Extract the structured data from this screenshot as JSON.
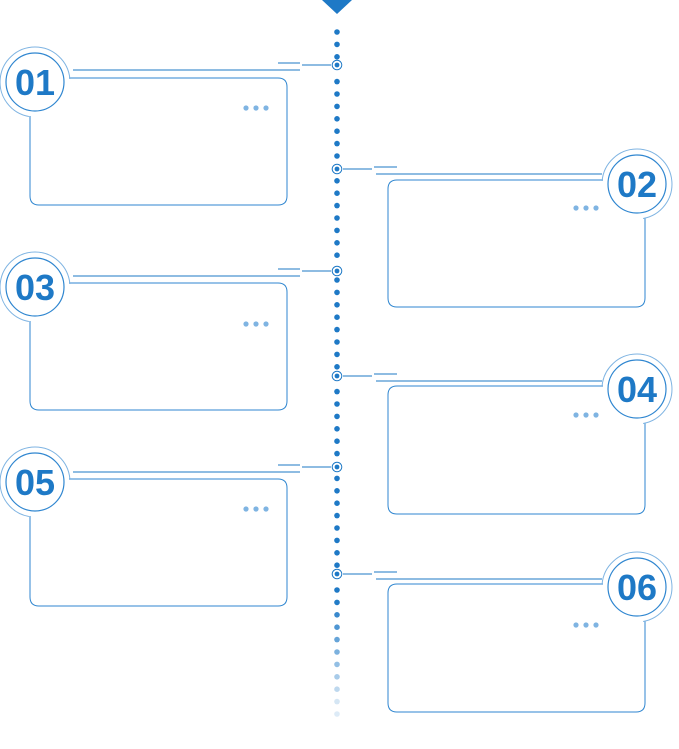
{
  "colors": {
    "primary": "#1e79c6",
    "accent": "#2f86d0",
    "light": "#7fb4e2",
    "background": "#ffffff"
  },
  "items": [
    {
      "number": "01",
      "side": "left"
    },
    {
      "number": "02",
      "side": "right"
    },
    {
      "number": "03",
      "side": "left"
    },
    {
      "number": "04",
      "side": "right"
    },
    {
      "number": "05",
      "side": "left"
    },
    {
      "number": "06",
      "side": "right"
    }
  ],
  "more_glyph": "•••"
}
